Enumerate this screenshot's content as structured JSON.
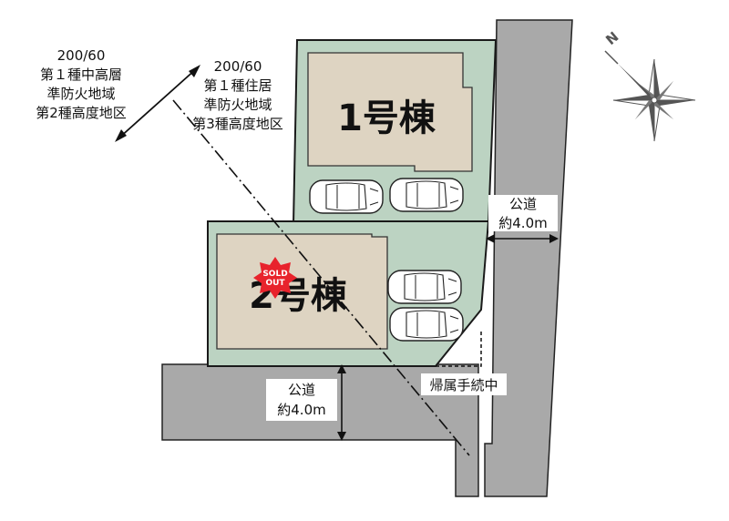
{
  "zones": {
    "left": {
      "ratio": "200/60",
      "line1": "第１種中高層",
      "line2": "準防火地域",
      "line3": "第2種高度地区"
    },
    "right": {
      "ratio": "200/60",
      "line1": "第１種住居",
      "line2": "準防火地域",
      "line3": "第3種高度地区"
    }
  },
  "lots": {
    "lot1": {
      "label": "1号棟"
    },
    "lot2": {
      "label": "2号棟",
      "badge_line1": "SOLD",
      "badge_line2": "OUT"
    }
  },
  "roads": {
    "east": {
      "label": "公道",
      "width": "約4.0m"
    },
    "south": {
      "label": "公道",
      "width": "約4.0m"
    }
  },
  "note": "帰属手続中",
  "compass": {
    "north_label": "N"
  },
  "colors": {
    "lot_fill": "#bcd3c2",
    "lot_border": "#1a1a1a",
    "house_fill": "#ded4c2",
    "road_fill": "#a9a9a9",
    "badge": "#e8232c"
  }
}
